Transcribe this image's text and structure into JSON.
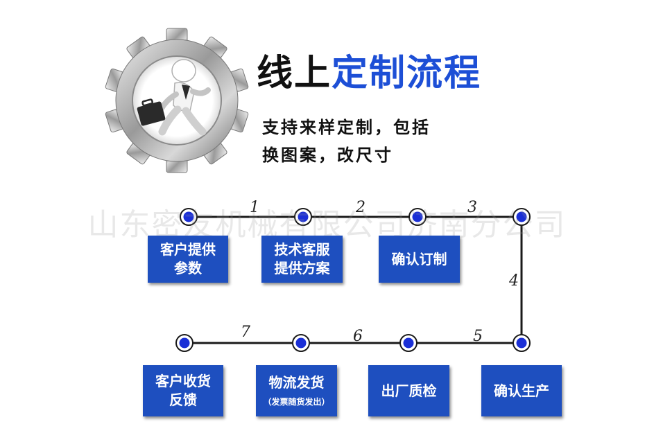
{
  "header": {
    "title_black": "线上",
    "title_blue": "定制流程",
    "subtitle_line1": "支持来样定制，包括",
    "subtitle_line2": "换图案，改尺寸"
  },
  "watermark": "山东密友机械有限公司济南分公司",
  "steps": [
    {
      "number": "1"
    },
    {
      "number": "2"
    },
    {
      "number": "3"
    },
    {
      "number": "4"
    },
    {
      "number": "5"
    },
    {
      "number": "6"
    },
    {
      "number": "7"
    }
  ],
  "boxes": {
    "customer_params": {
      "line1": "客户提供",
      "line2": "参数"
    },
    "tech_service": {
      "line1": "技术客服",
      "line2": "提供方案"
    },
    "confirm_order": {
      "line1": "确认订制"
    },
    "customer_receive": {
      "line1": "客户收货",
      "line2": "反馈"
    },
    "logistics": {
      "line1": "物流发货",
      "note": "（发票随货发出）"
    },
    "factory_qc": {
      "line1": "出厂质检"
    },
    "confirm_production": {
      "line1": "确认生产"
    }
  },
  "colors": {
    "box": "#1e4fbf",
    "title_blue": "#1d4fd6",
    "node_fill": "#1a2fd6"
  },
  "icons": [
    "gear-icon",
    "businessman-figure-icon",
    "briefcase-icon"
  ]
}
